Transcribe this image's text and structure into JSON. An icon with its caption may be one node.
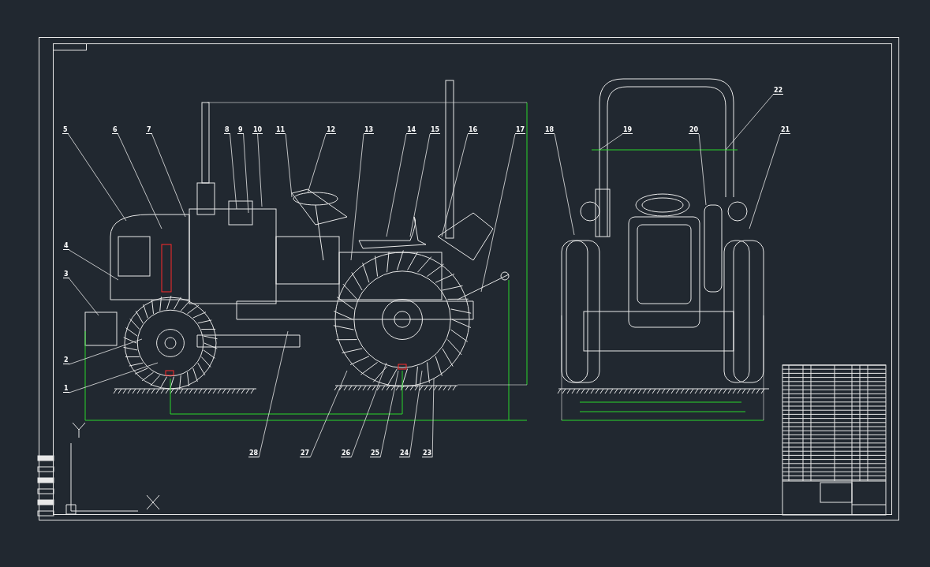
{
  "diagram": {
    "nodes": [
      {
        "text": [
          "1"
        ]
      },
      {
        "text": [
          "2"
        ]
      },
      {
        "text": [
          "3"
        ]
      },
      {
        "text": [
          "4"
        ]
      },
      {
        "text": [
          "5"
        ]
      },
      {
        "text": [
          "6"
        ]
      },
      {
        "text": [
          "7"
        ]
      },
      {
        "text": [
          "8"
        ]
      },
      {
        "text": [
          "9"
        ]
      },
      {
        "text": [
          "10"
        ]
      },
      {
        "text": [
          "11"
        ]
      },
      {
        "text": [
          "12"
        ]
      },
      {
        "text": [
          "13"
        ]
      },
      {
        "text": [
          "14"
        ]
      },
      {
        "text": [
          "15"
        ]
      },
      {
        "text": [
          "16"
        ]
      },
      {
        "text": [
          "17"
        ]
      },
      {
        "text": [
          "18"
        ]
      },
      {
        "text": [
          "19"
        ]
      },
      {
        "text": [
          "20"
        ]
      },
      {
        "text": [
          "21"
        ]
      },
      {
        "text": [
          "22"
        ]
      },
      {
        "text": [
          "23"
        ]
      },
      {
        "text": [
          "24"
        ]
      },
      {
        "text": [
          "25"
        ]
      },
      {
        "text": [
          "26"
        ]
      },
      {
        "text": [
          "27"
        ]
      },
      {
        "text": [
          "28"
        ]
      }
    ],
    "edges": [
      {
        "from": 0,
        "to": null,
        "arrow": "none"
      },
      {
        "from": 1,
        "to": null,
        "arrow": "none"
      },
      {
        "from": 2,
        "to": null,
        "arrow": "none"
      },
      {
        "from": 3,
        "to": null,
        "arrow": "none"
      },
      {
        "from": 4,
        "to": null,
        "arrow": "none"
      },
      {
        "from": 5,
        "to": null,
        "arrow": "none"
      },
      {
        "from": 6,
        "to": null,
        "arrow": "none"
      },
      {
        "from": 7,
        "to": null,
        "arrow": "none"
      },
      {
        "from": 8,
        "to": null,
        "arrow": "none"
      },
      {
        "from": 9,
        "to": null,
        "arrow": "none"
      },
      {
        "from": 10,
        "to": null,
        "arrow": "none"
      },
      {
        "from": 11,
        "to": null,
        "arrow": "none"
      },
      {
        "from": 12,
        "to": null,
        "arrow": "none"
      },
      {
        "from": 13,
        "to": null,
        "arrow": "none"
      },
      {
        "from": 14,
        "to": null,
        "arrow": "none"
      },
      {
        "from": 15,
        "to": null,
        "arrow": "none"
      },
      {
        "from": 16,
        "to": null,
        "arrow": "none"
      },
      {
        "from": 17,
        "to": null,
        "arrow": "none"
      },
      {
        "from": 18,
        "to": null,
        "arrow": "none"
      },
      {
        "from": 19,
        "to": null,
        "arrow": "none"
      },
      {
        "from": 20,
        "to": null,
        "arrow": "none"
      },
      {
        "from": 21,
        "to": null,
        "arrow": "none"
      },
      {
        "from": 22,
        "to": null,
        "arrow": "none"
      },
      {
        "from": 23,
        "to": null,
        "arrow": "none"
      },
      {
        "from": 24,
        "to": null,
        "arrow": "none"
      },
      {
        "from": 25,
        "to": null,
        "arrow": "none"
      },
      {
        "from": 26,
        "to": null,
        "arrow": "none"
      },
      {
        "from": 27,
        "to": null,
        "arrow": "none"
      }
    ]
  }
}
